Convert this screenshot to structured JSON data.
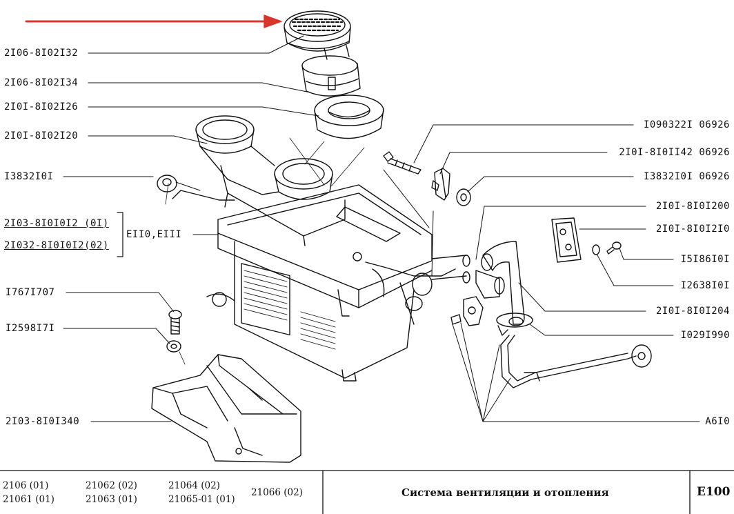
{
  "labels_left": [
    {
      "id": "l1",
      "text": "2I06-8I02I32"
    },
    {
      "id": "l2",
      "text": "2I06-8I02I34"
    },
    {
      "id": "l3",
      "text": "2I0I-8I02I26"
    },
    {
      "id": "l4",
      "text": "2I0I-8I02I20"
    },
    {
      "id": "l5",
      "text": "I3832I0I"
    },
    {
      "id": "l6",
      "text": "2I03-8I0I0I2 (0I)"
    },
    {
      "id": "l7",
      "text": "2I032-8I0I0I2(02)"
    },
    {
      "id": "l8",
      "text": "EII0,EIII"
    },
    {
      "id": "l9",
      "text": "I767I707"
    },
    {
      "id": "l10",
      "text": "I2598I7I"
    },
    {
      "id": "l11",
      "text": "2I03-8I0I340"
    }
  ],
  "labels_right": [
    {
      "id": "r1",
      "text": "I090322I 06926"
    },
    {
      "id": "r2",
      "text": "2I0I-8I0II42 06926"
    },
    {
      "id": "r3",
      "text": "I3832I0I 06926"
    },
    {
      "id": "r4",
      "text": "2I0I-8I0I200"
    },
    {
      "id": "r5",
      "text": "2I0I-8I0I2I0"
    },
    {
      "id": "r6",
      "text": "I5I86I0I"
    },
    {
      "id": "r7",
      "text": "I2638I0I"
    },
    {
      "id": "r8",
      "text": "2I0I-8I0I204"
    },
    {
      "id": "r9",
      "text": "I029I990"
    },
    {
      "id": "r10",
      "text": "A6I0"
    }
  ],
  "footer": {
    "models": [
      "2106 (01)",
      "21061 (01)",
      "21062 (02)",
      "21063 (01)",
      "21064 (02)",
      "21065-01 (01)",
      "21066 (02)"
    ],
    "title": "Система вентиляции и отопления",
    "code": "E100"
  },
  "colors": {
    "ink": "#111111",
    "arrow": "#d9362b",
    "paper": "#ffffff"
  }
}
